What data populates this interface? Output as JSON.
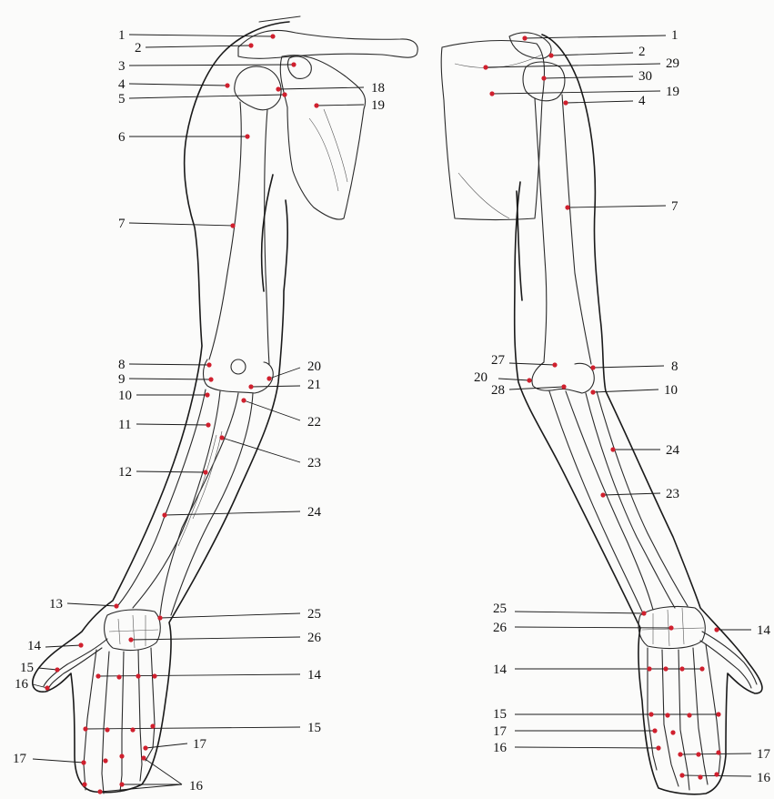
{
  "left_view": {
    "labels": [
      {
        "id": "l1",
        "text": "1"
      },
      {
        "id": "l2",
        "text": "2"
      },
      {
        "id": "l3",
        "text": "3"
      },
      {
        "id": "l4",
        "text": "4"
      },
      {
        "id": "l5",
        "text": "5"
      },
      {
        "id": "l6",
        "text": "6"
      },
      {
        "id": "l7",
        "text": "7"
      },
      {
        "id": "l8",
        "text": "8"
      },
      {
        "id": "l9",
        "text": "9"
      },
      {
        "id": "l10",
        "text": "10"
      },
      {
        "id": "l11",
        "text": "11"
      },
      {
        "id": "l12",
        "text": "12"
      },
      {
        "id": "l13",
        "text": "13"
      },
      {
        "id": "l14a",
        "text": "14"
      },
      {
        "id": "l15a",
        "text": "15"
      },
      {
        "id": "l16a",
        "text": "16"
      },
      {
        "id": "l17a",
        "text": "17"
      },
      {
        "id": "l18",
        "text": "18"
      },
      {
        "id": "l19",
        "text": "19"
      },
      {
        "id": "l20",
        "text": "20"
      },
      {
        "id": "l21",
        "text": "21"
      },
      {
        "id": "l22",
        "text": "22"
      },
      {
        "id": "l23",
        "text": "23"
      },
      {
        "id": "l24",
        "text": "24"
      },
      {
        "id": "l25",
        "text": "25"
      },
      {
        "id": "l26",
        "text": "26"
      },
      {
        "id": "l14b",
        "text": "14"
      },
      {
        "id": "l15b",
        "text": "15"
      },
      {
        "id": "l17b",
        "text": "17"
      },
      {
        "id": "l16b",
        "text": "16"
      }
    ]
  },
  "right_view": {
    "labels": [
      {
        "id": "r1",
        "text": "1"
      },
      {
        "id": "r2",
        "text": "2"
      },
      {
        "id": "r29",
        "text": "29"
      },
      {
        "id": "r30",
        "text": "30"
      },
      {
        "id": "r19",
        "text": "19"
      },
      {
        "id": "r4",
        "text": "4"
      },
      {
        "id": "r7",
        "text": "7"
      },
      {
        "id": "r27",
        "text": "27"
      },
      {
        "id": "r8",
        "text": "8"
      },
      {
        "id": "r20",
        "text": "20"
      },
      {
        "id": "r28",
        "text": "28"
      },
      {
        "id": "r10",
        "text": "10"
      },
      {
        "id": "r24",
        "text": "24"
      },
      {
        "id": "r23",
        "text": "23"
      },
      {
        "id": "r25",
        "text": "25"
      },
      {
        "id": "r26",
        "text": "26"
      },
      {
        "id": "r14a",
        "text": "14"
      },
      {
        "id": "r14b",
        "text": "14"
      },
      {
        "id": "r15",
        "text": "15"
      },
      {
        "id": "r17a",
        "text": "17"
      },
      {
        "id": "r16a",
        "text": "16"
      },
      {
        "id": "r17b",
        "text": "17"
      },
      {
        "id": "r16b",
        "text": "16"
      }
    ]
  },
  "colors": {
    "marker": "#d0202e",
    "line": "#1a1a1a",
    "background": "#fbfbfa"
  }
}
